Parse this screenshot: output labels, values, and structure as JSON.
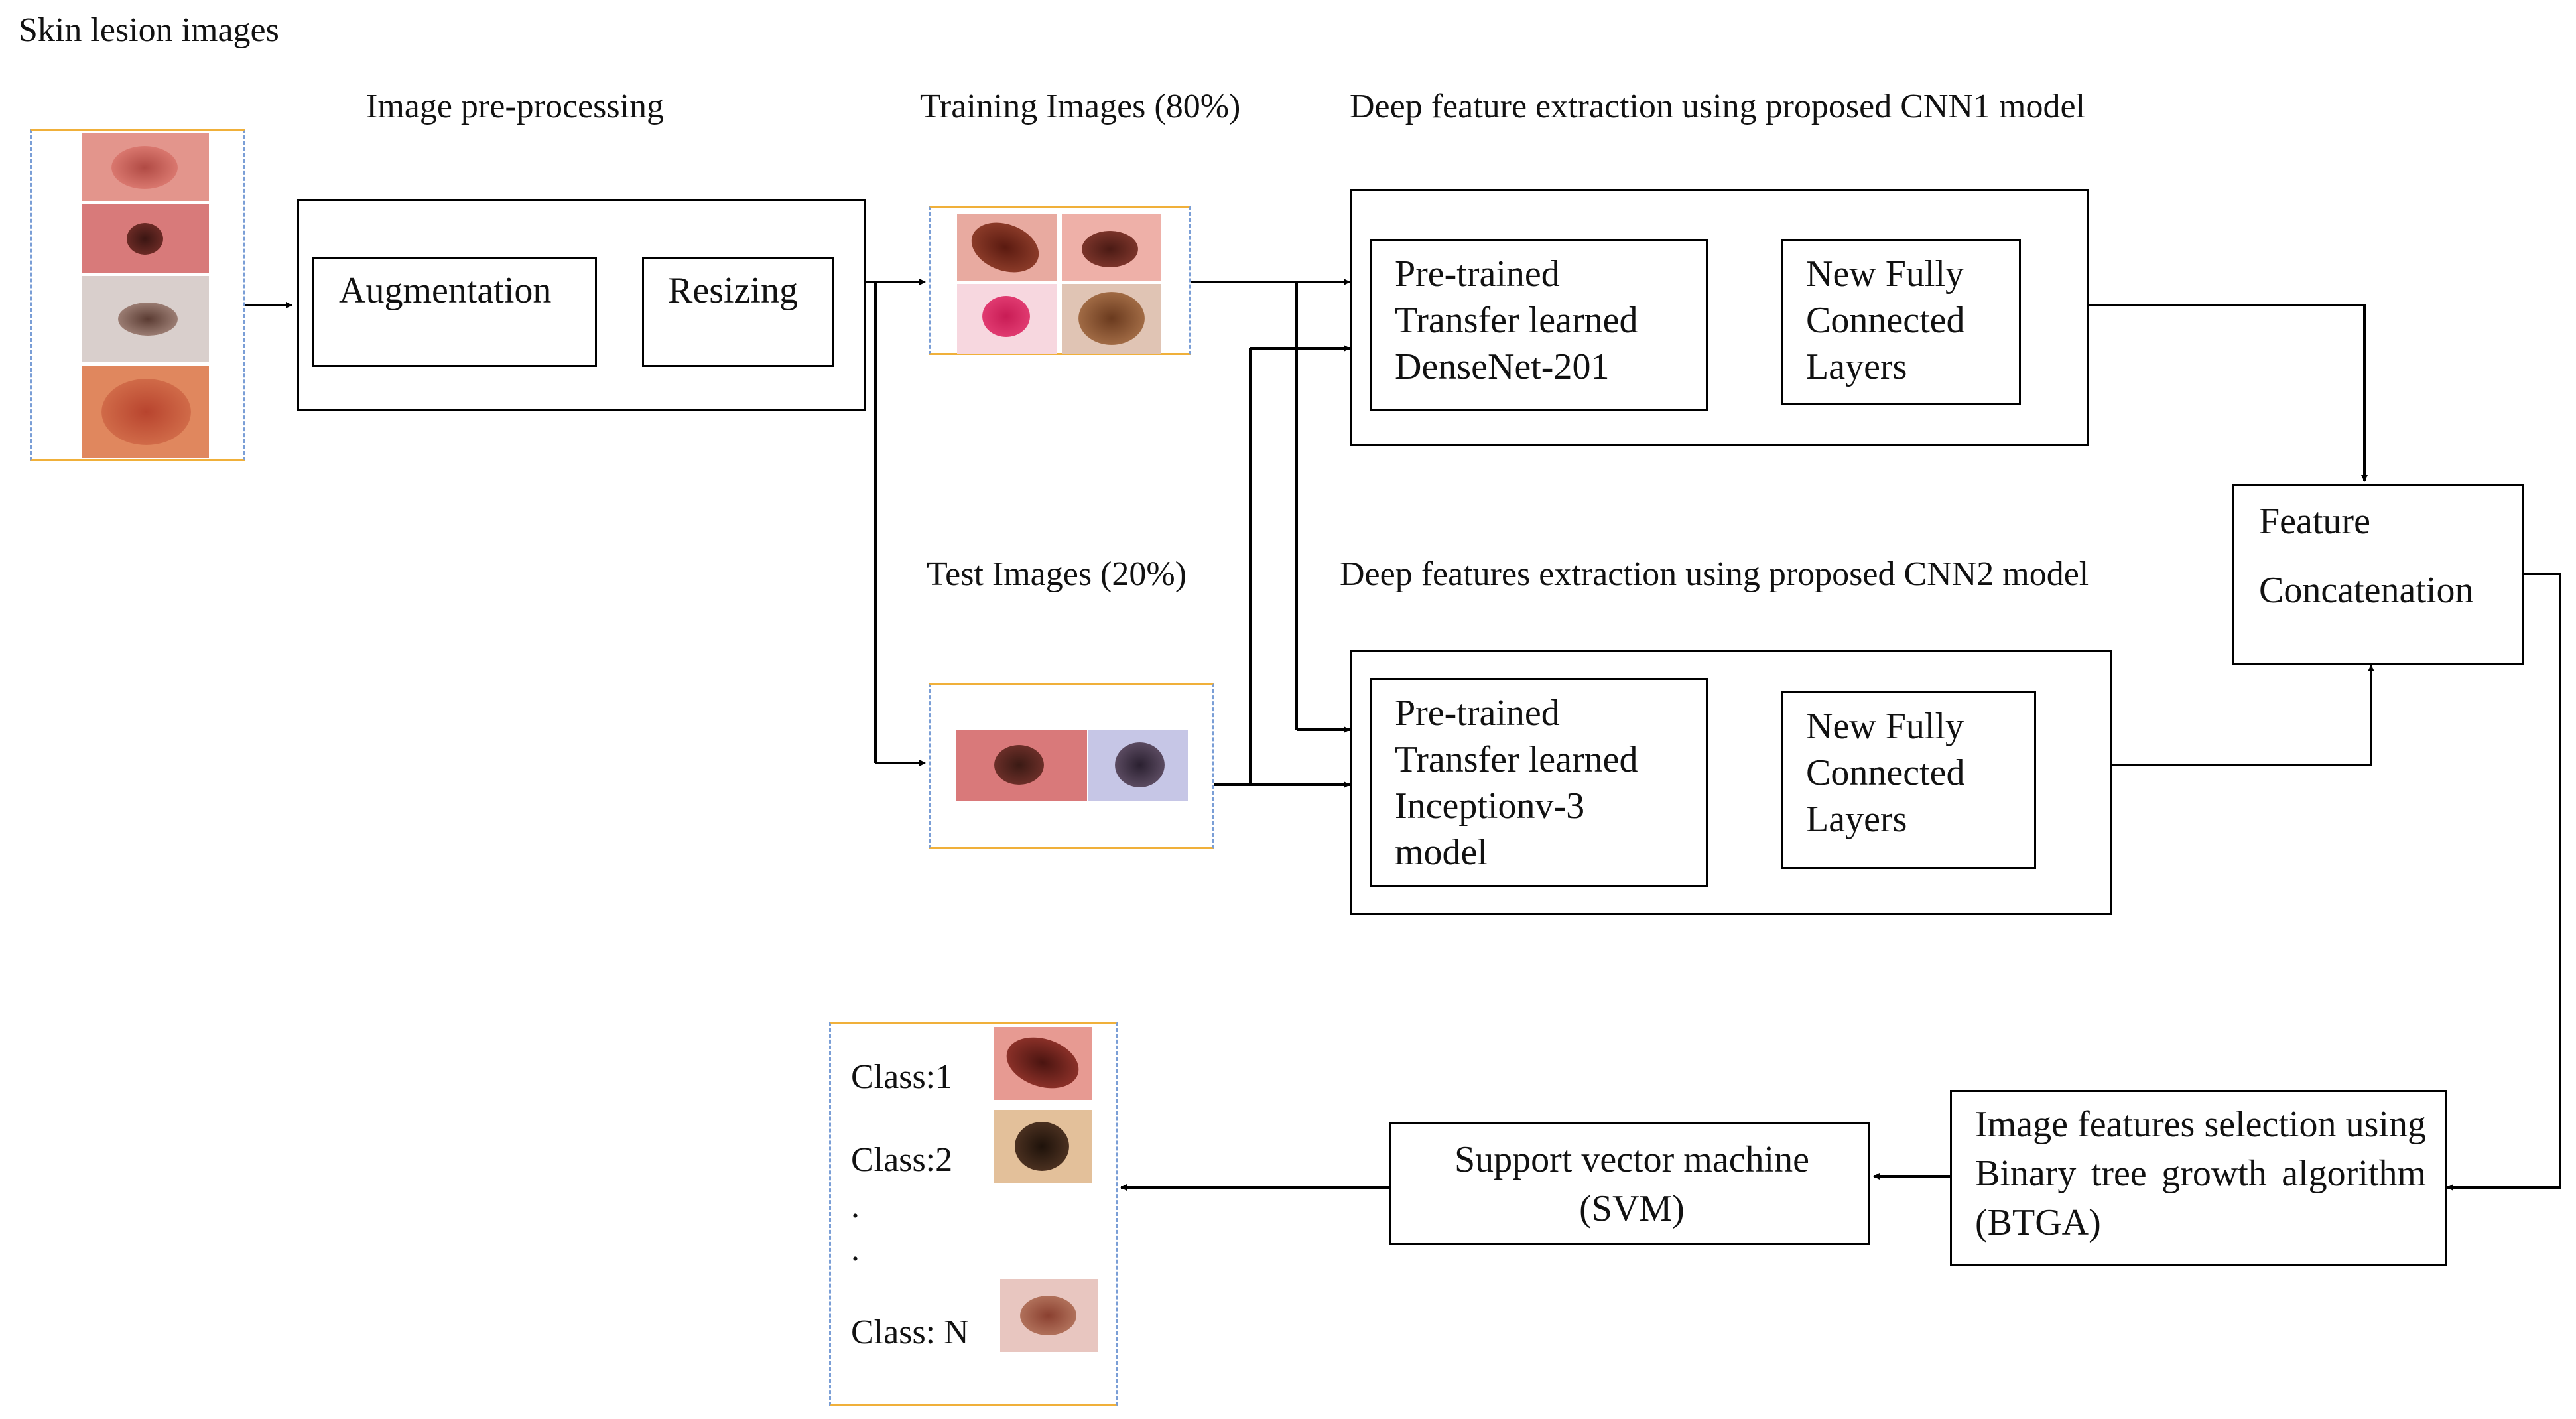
{
  "labels": {
    "skin_lesion_images": "Skin lesion images",
    "image_preprocessing": "Image pre-processing",
    "training_images": "Training Images (80%)",
    "cnn1_title": "Deep feature extraction using proposed CNN1 model",
    "test_images": "Test Images (20%)",
    "cnn2_title": "Deep features extraction using proposed CNN2 model"
  },
  "boxes": {
    "augmentation": "Augmentation",
    "resizing": "Resizing",
    "densenet": "Pre-trained\nTransfer learned\nDenseNet-201",
    "fc1": "New Fully\nConnected\nLayers",
    "inception": "Pre-trained\nTransfer learned\nInceptionv-3\nmodel",
    "fc2": "New Fully\nConnected\nLayers",
    "feature_concat_1": "Feature",
    "feature_concat_2": "Concatenation",
    "btga": "Image features selection using Binary tree growth algorithm (BTGA)",
    "svm": "Support vector machine\n(SVM)"
  },
  "classes": {
    "class1": "Class:1",
    "class2": "Class:2",
    "dot": ".",
    "classN": "Class: N"
  },
  "colors": {
    "image_frame_side": "#7a9ed6",
    "image_frame_edge": "#f0b03a",
    "line": "#000000"
  }
}
